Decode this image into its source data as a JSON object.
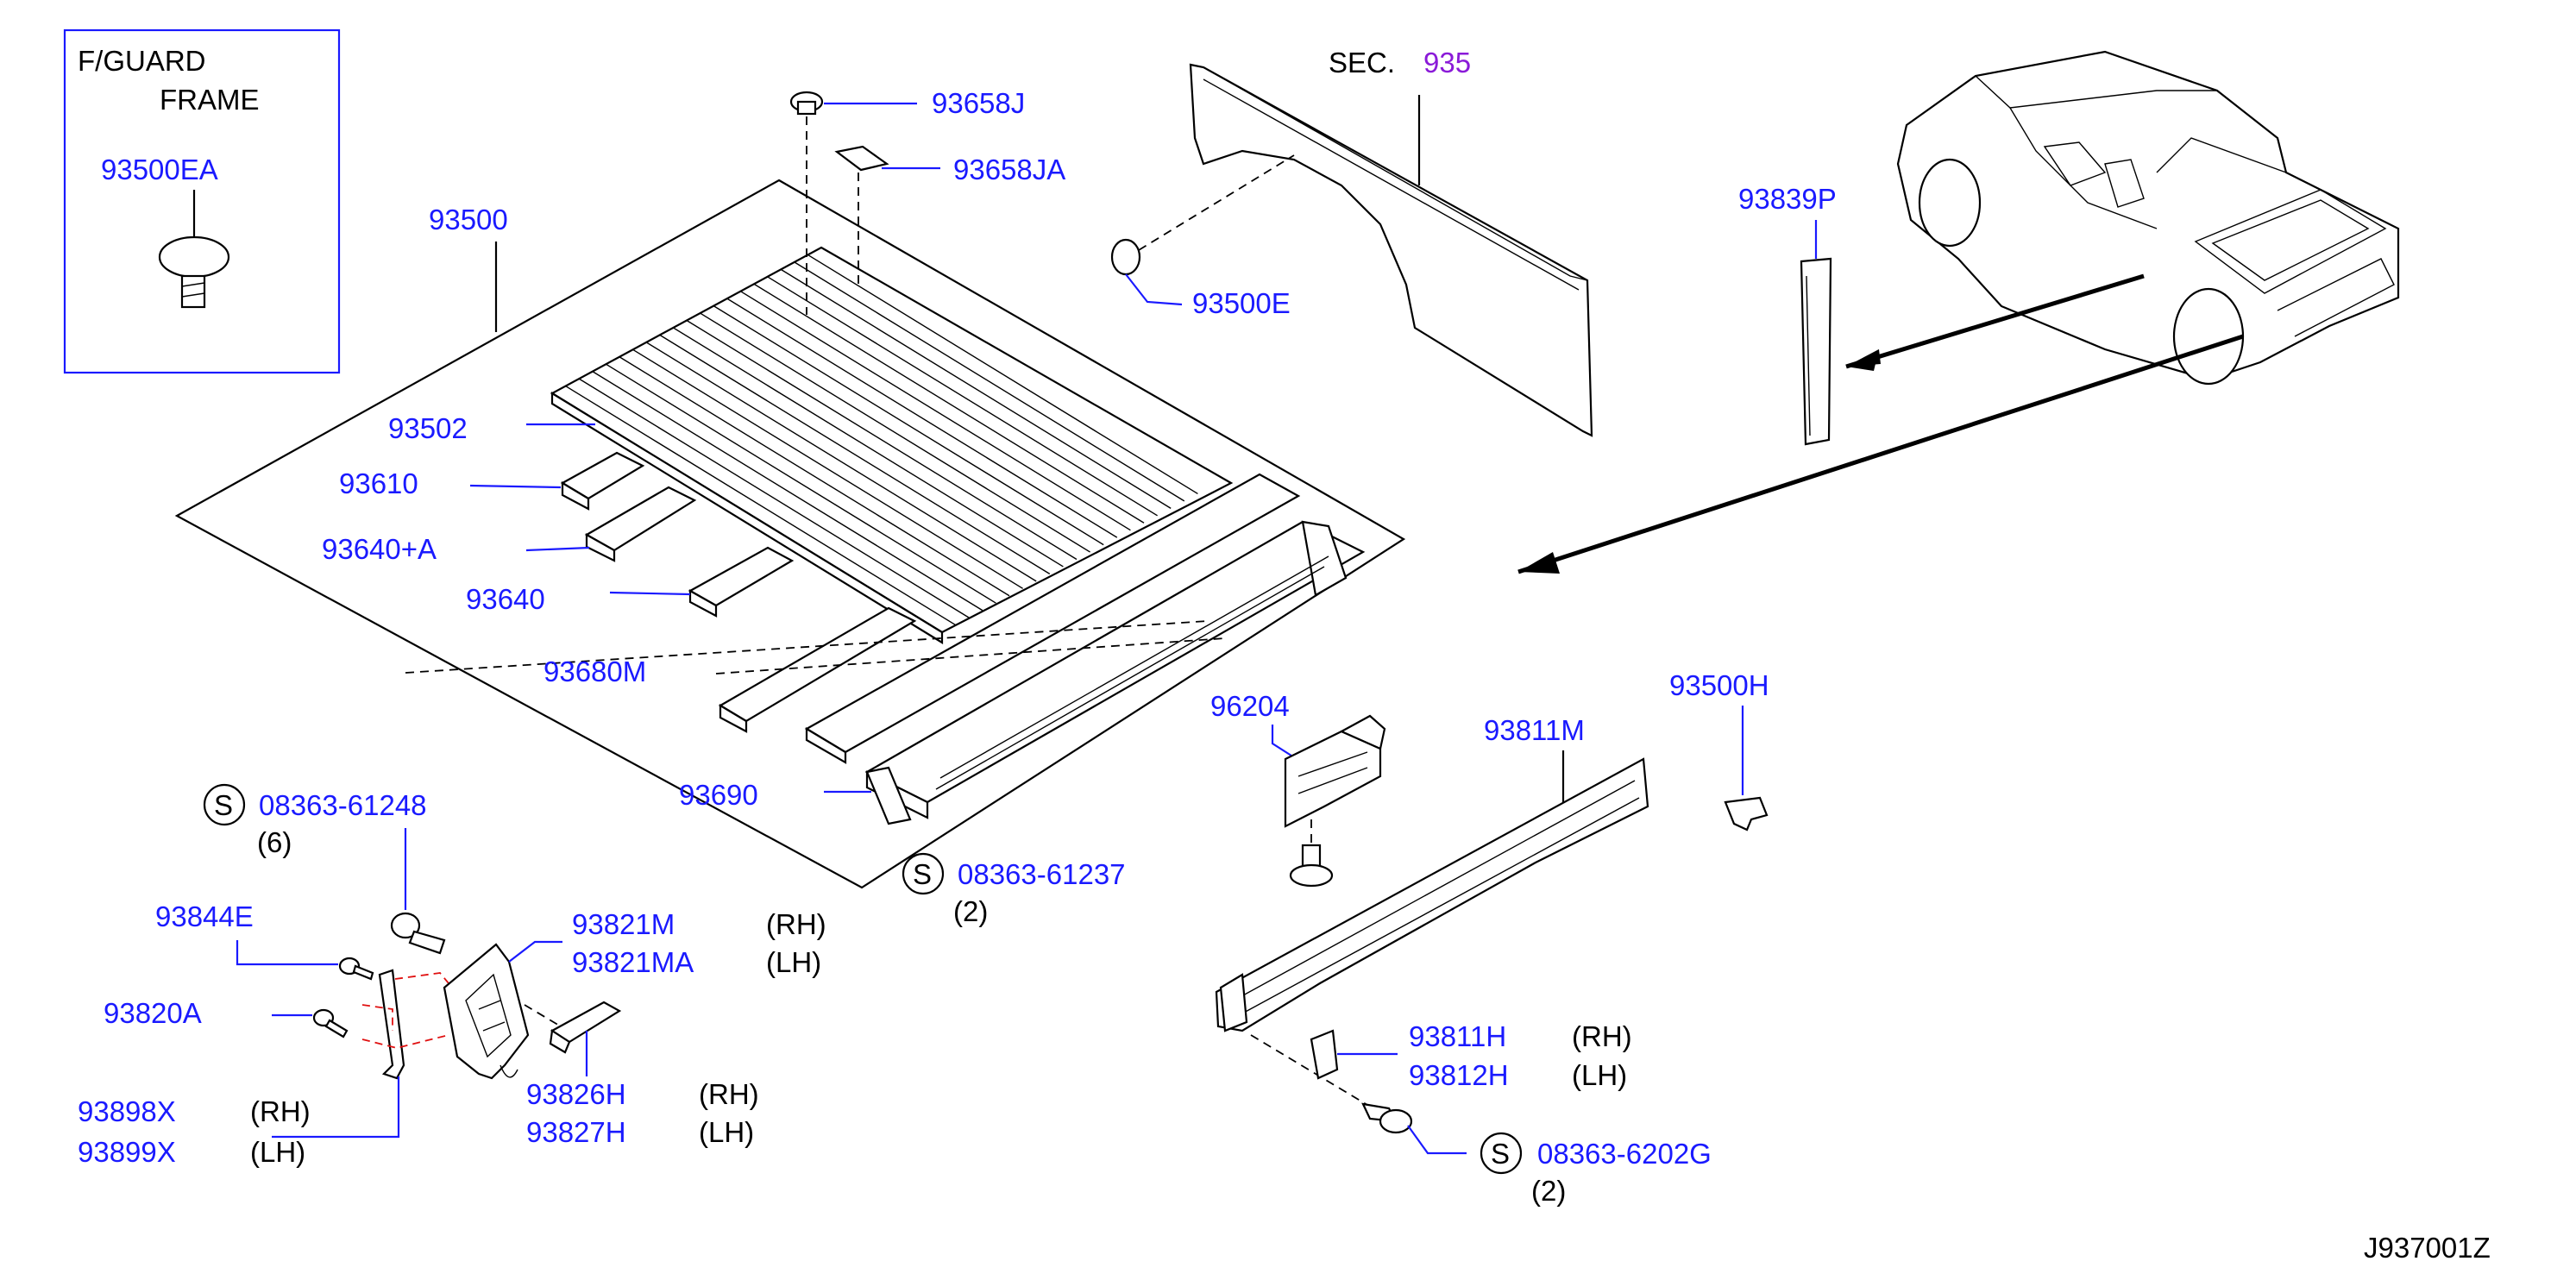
{
  "inset": {
    "title_line1": "F/GUARD",
    "title_line2": "FRAME",
    "part": "93500EA"
  },
  "sec_label": "SEC.",
  "sec_number": "935",
  "parts": {
    "p93658J": "93658J",
    "p93658JA": "93658JA",
    "p93500": "93500",
    "p93500E": "93500E",
    "p93839P": "93839P",
    "p93502": "93502",
    "p93610": "93610",
    "p93640A": "93640+A",
    "p93640": "93640",
    "p93680M": "93680M",
    "p93690": "93690",
    "p96204": "96204",
    "p93811M": "93811M",
    "p93500H": "93500H",
    "p93844E": "93844E",
    "p93820A": "93820A",
    "p93898X": "93898X",
    "p93899X": "93899X",
    "p93821M": "93821M",
    "p93821MA": "93821MA",
    "p93826H": "93826H",
    "p93827H": "93827H",
    "p93811H": "93811H",
    "p93812H": "93812H"
  },
  "bolts": {
    "b1": {
      "symbol": "S",
      "part": "08363-61248",
      "qty": "(6)"
    },
    "b2": {
      "symbol": "S",
      "part": "08363-61237",
      "qty": "(2)"
    },
    "b3": {
      "symbol": "S",
      "part": "08363-6202G",
      "qty": "(2)"
    }
  },
  "sides": {
    "rh": "(RH)",
    "lh": "(LH)"
  },
  "diagram_code": "J937001Z"
}
